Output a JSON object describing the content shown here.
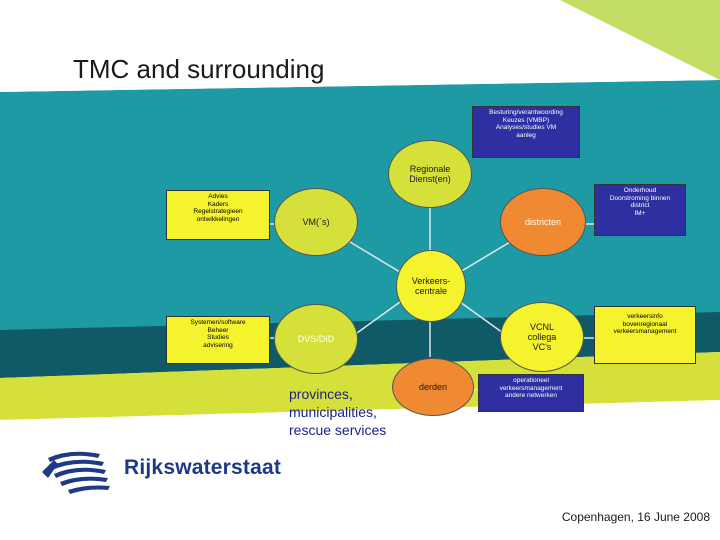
{
  "slide": {
    "title": "TMC and surrounding",
    "brand": "Rijkswaterstaat",
    "footer": "Copenhagen, 16 June 2008",
    "extra_lines": [
      "provinces,",
      "municipalities,",
      "rescue services"
    ]
  },
  "diagram": {
    "nodes": [
      {
        "id": "regionale",
        "lines": [
          "Regionale",
          "Dienst(en)"
        ]
      },
      {
        "id": "vm",
        "lines": [
          "VM(`s)"
        ]
      },
      {
        "id": "districten",
        "lines": [
          "districten"
        ]
      },
      {
        "id": "verkeerscentrale",
        "lines": [
          "Verkeers-",
          "centrale"
        ]
      },
      {
        "id": "dvs",
        "lines": [
          "DVS/DID"
        ]
      },
      {
        "id": "vcnl",
        "lines": [
          "VCNL",
          "collega",
          "VC's"
        ]
      },
      {
        "id": "derden",
        "lines": [
          "derden"
        ]
      }
    ],
    "boxes": [
      {
        "id": "box-top",
        "lines": [
          "Besturing/verantwoording",
          "Keuzes (VMBP)",
          "Analyses/studies VM",
          "aanleg"
        ]
      },
      {
        "id": "box-left-top",
        "lines": [
          "Advies",
          "Kaders",
          "Regelstrategieen",
          "ontwikkelingen"
        ]
      },
      {
        "id": "box-right-top",
        "lines": [
          "Onderhoud",
          "Doorstroming binnen",
          "district",
          "IM+"
        ]
      },
      {
        "id": "box-left-bottom",
        "lines": [
          "Systemen/software",
          "Beheer",
          "Studies",
          "advisering"
        ]
      },
      {
        "id": "box-right-bottom",
        "lines": [
          "verkeersinfo",
          "bovenregionaal",
          "verkeersmanagement"
        ]
      },
      {
        "id": "box-bottom",
        "lines": [
          "operationeel",
          "verkeersmanagement",
          "andere netwerken"
        ]
      }
    ]
  },
  "colors": {
    "teal": "#1d9aa3",
    "dark_teal": "#0f5a66",
    "lime": "#d6e03a",
    "yellow": "#f5f22e",
    "orange": "#ef8a33",
    "navy": "#2e2fa0",
    "brand_blue": "#1f3a85"
  }
}
